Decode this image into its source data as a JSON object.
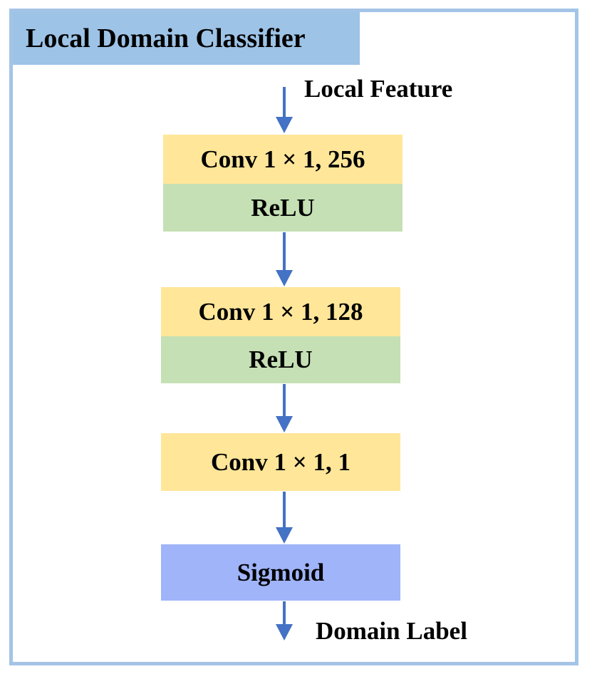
{
  "diagram": {
    "title": "Local Domain Classifier",
    "input_label": "Local Feature",
    "output_label": "Domain Label",
    "blocks": [
      {
        "conv": "Conv 1 × 1, 256",
        "activation": "ReLU"
      },
      {
        "conv": "Conv 1 × 1, 128",
        "activation": "ReLU"
      },
      {
        "conv": "Conv 1 × 1, 1"
      },
      {
        "op": "Sigmoid"
      }
    ]
  },
  "colors": {
    "frame_border": "#a3c4e6",
    "title_fill": "#9dc3e6",
    "conv_fill": "#ffe699",
    "relu_fill": "#c5e0b4",
    "sigmoid_fill": "#9fb4f9",
    "arrow": "#4472c4"
  }
}
